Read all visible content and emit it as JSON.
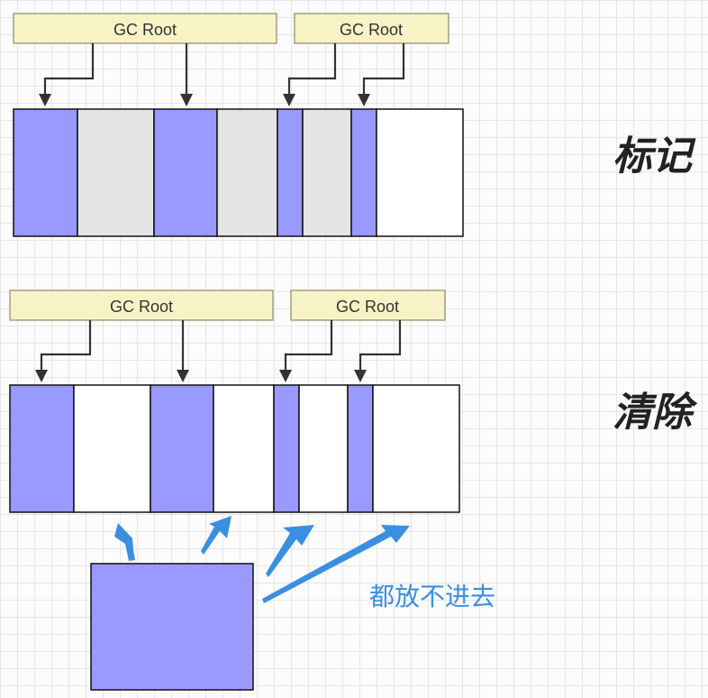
{
  "stages": [
    {
      "label": "标记",
      "roots": [
        {
          "text": "GC Root",
          "targets": [
            0,
            2
          ]
        },
        {
          "text": "GC Root",
          "targets": [
            4,
            6
          ]
        }
      ],
      "cells": [
        {
          "state": "used"
        },
        {
          "state": "marked-dead"
        },
        {
          "state": "used"
        },
        {
          "state": "marked-dead"
        },
        {
          "state": "used"
        },
        {
          "state": "marked-dead"
        },
        {
          "state": "used"
        },
        {
          "state": "free"
        }
      ]
    },
    {
      "label": "清除",
      "roots": [
        {
          "text": "GC Root",
          "targets": [
            0,
            2
          ]
        },
        {
          "text": "GC Root",
          "targets": [
            4,
            6
          ]
        }
      ],
      "cells": [
        {
          "state": "used"
        },
        {
          "state": "free"
        },
        {
          "state": "used"
        },
        {
          "state": "free"
        },
        {
          "state": "used"
        },
        {
          "state": "free"
        },
        {
          "state": "used"
        },
        {
          "state": "free"
        }
      ]
    }
  ],
  "incoming_object": {
    "state": "used",
    "note": "都放不进去"
  },
  "colors": {
    "used": "#9999ff",
    "marked_dead": "#e4e4e4",
    "free": "#ffffff",
    "root_fill": "#f8f3c6",
    "arrow_blue": "#3b8fe0"
  }
}
